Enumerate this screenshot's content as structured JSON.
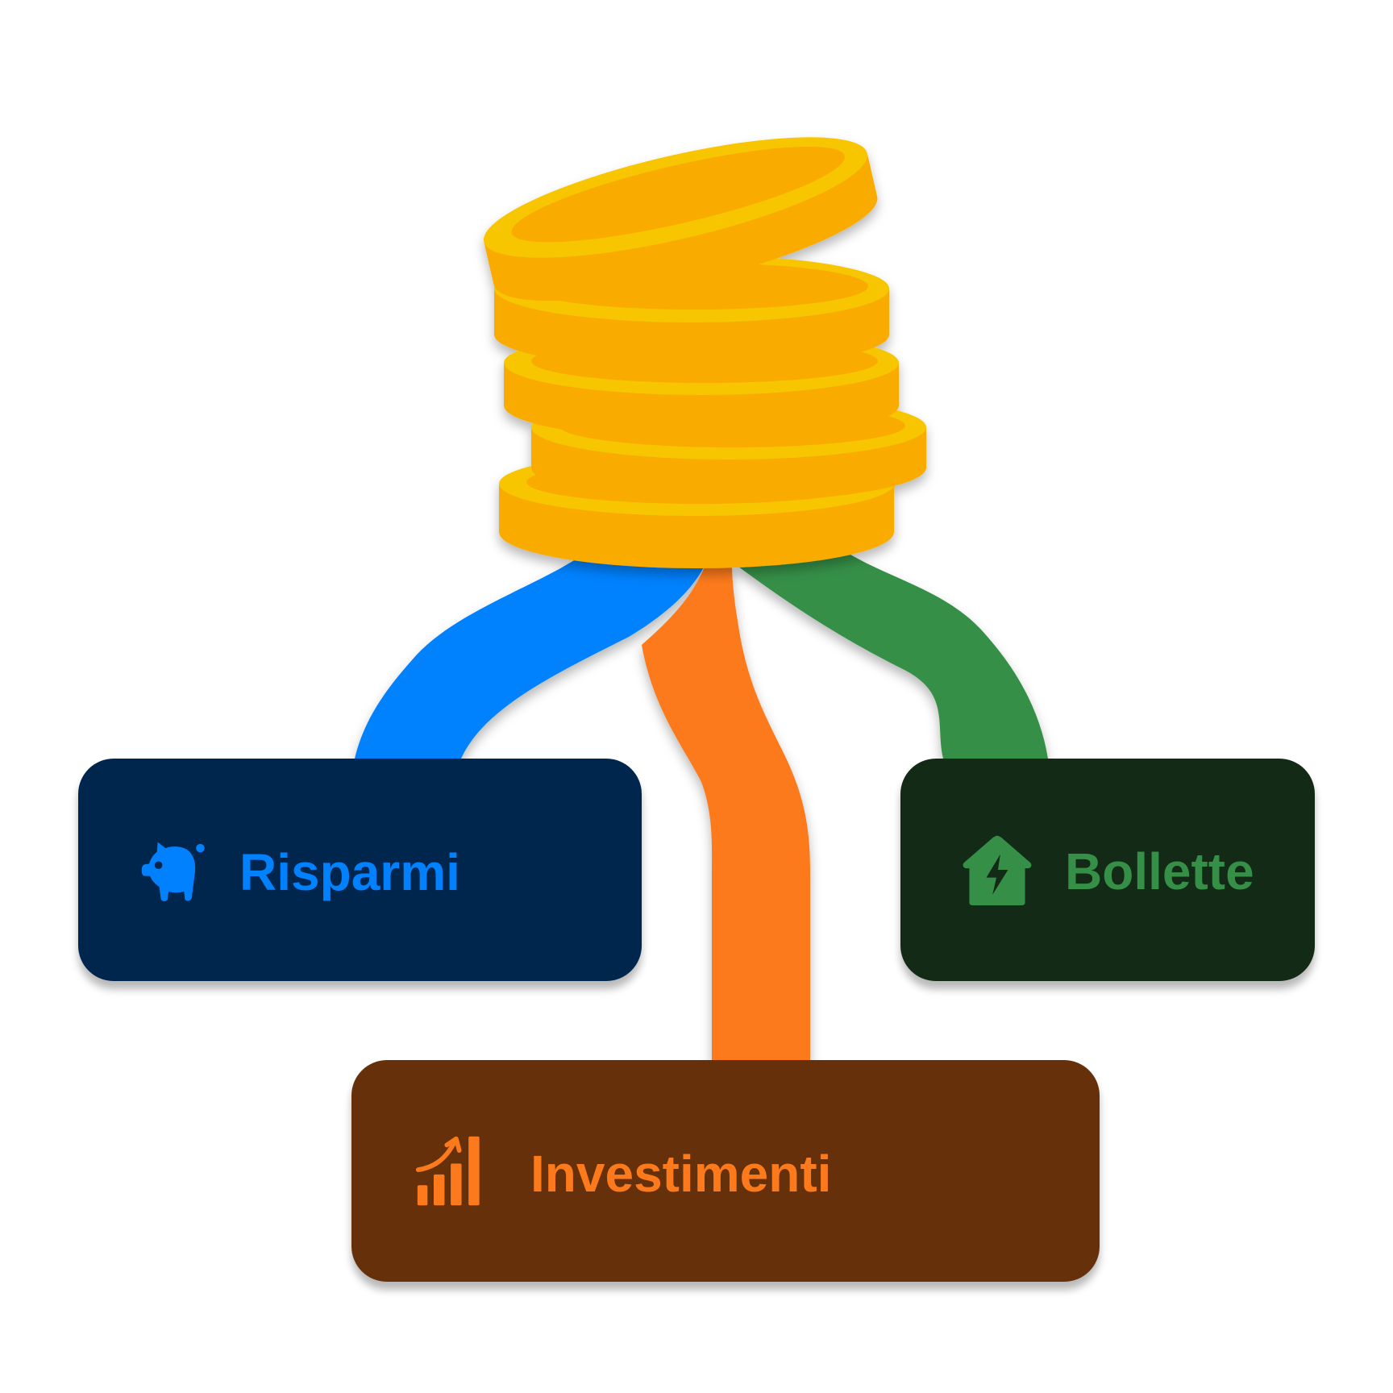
{
  "diagram": {
    "source": {
      "name": "coin-stack",
      "coin_count": 5
    },
    "colors": {
      "background": "#ffffff",
      "coin_face": "#f9ab00",
      "coin_rim": "#f7c600"
    },
    "categories": [
      {
        "id": "risparmi",
        "label": "Risparmi",
        "icon": "piggy-bank-icon",
        "flow_color": "#0181fd",
        "card_bg": "#00264d",
        "text_color": "#0181fd"
      },
      {
        "id": "investimenti",
        "label": "Investimenti",
        "icon": "growth-chart-icon",
        "flow_color": "#fd7a1c",
        "card_bg": "#66300b",
        "text_color": "#fd7a1c"
      },
      {
        "id": "bollette",
        "label": "Bollette",
        "icon": "house-energy-icon",
        "flow_color": "#358f47",
        "card_bg": "#122a16",
        "text_color": "#358f47"
      }
    ]
  }
}
